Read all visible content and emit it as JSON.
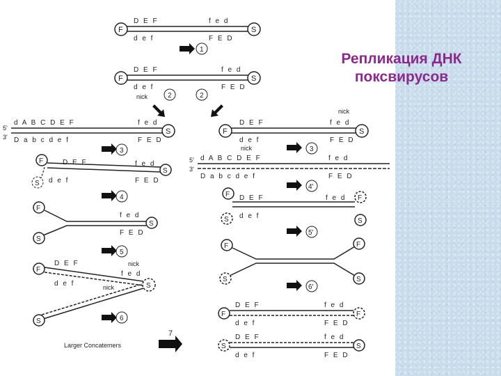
{
  "slide": {
    "title_line1": "Репликация ДНК",
    "title_line2": "поксвирусов"
  },
  "diagram": {
    "step_labels": [
      "1",
      "2",
      "2",
      "3",
      "3",
      "4",
      "4'",
      "5",
      "5'",
      "6",
      "6'",
      "7"
    ],
    "nick_label": "nick",
    "strand_top": "D E F",
    "strand_top_rev": "f e d",
    "strand_bottom": "d e f",
    "strand_bottom_rev": "F E D",
    "strand_top_long": "d A B C D E F",
    "strand_bottom_long": "D a b c d e f",
    "end_left": "F",
    "end_right": "S",
    "prime_5": "5'",
    "prime_3": "3'",
    "caption": "Larger Concatemers"
  }
}
